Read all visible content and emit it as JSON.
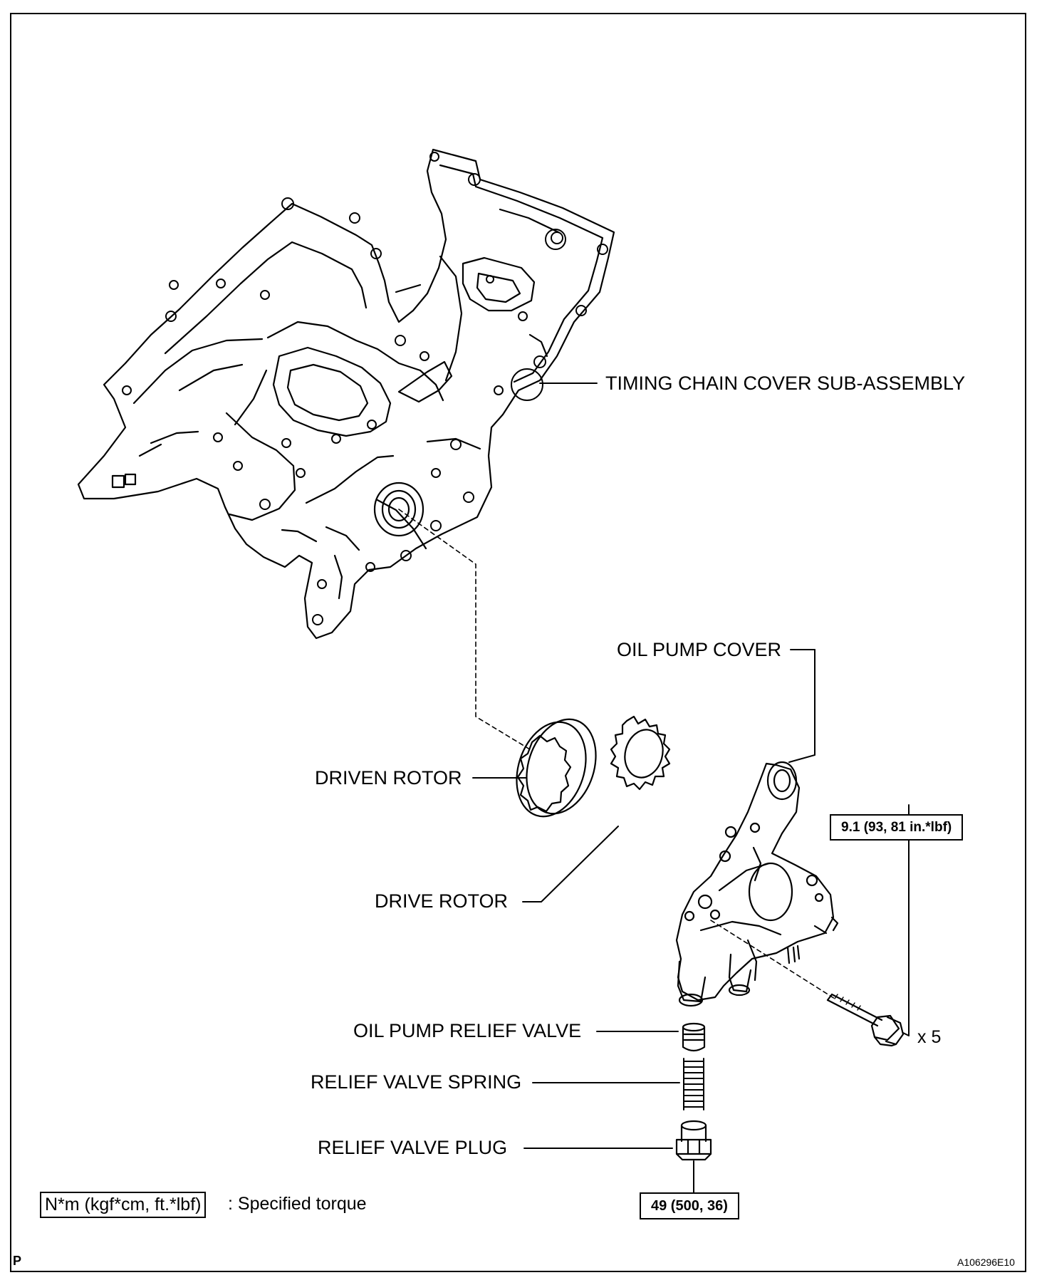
{
  "labels": {
    "timing_chain_cover": "TIMING CHAIN COVER SUB-ASSEMBLY",
    "oil_pump_cover": "OIL PUMP COVER",
    "driven_rotor": "DRIVEN ROTOR",
    "drive_rotor": "DRIVE ROTOR",
    "oil_pump_relief_valve": "OIL PUMP RELIEF VALVE",
    "relief_valve_spring": "RELIEF VALVE SPRING",
    "relief_valve_plug": "RELIEF VALVE PLUG"
  },
  "torque": {
    "bolt_spec": "9.1 (93, 81 in.*lbf)",
    "bolt_count": "x 5",
    "plug_spec": "49 (500, 36)"
  },
  "legend": {
    "unit_box": "N*m (kgf*cm, ft.*lbf)",
    "description": ": Specified torque"
  },
  "corner_mark": "P",
  "figure_id": "A106296E10"
}
